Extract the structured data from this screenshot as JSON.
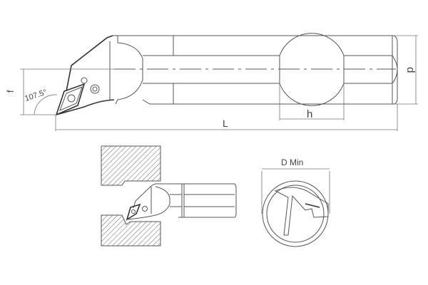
{
  "labels": {
    "f": "f",
    "angle": "107.5°",
    "L": "L",
    "h": "h",
    "d": "d",
    "d_min": "D Min"
  }
}
